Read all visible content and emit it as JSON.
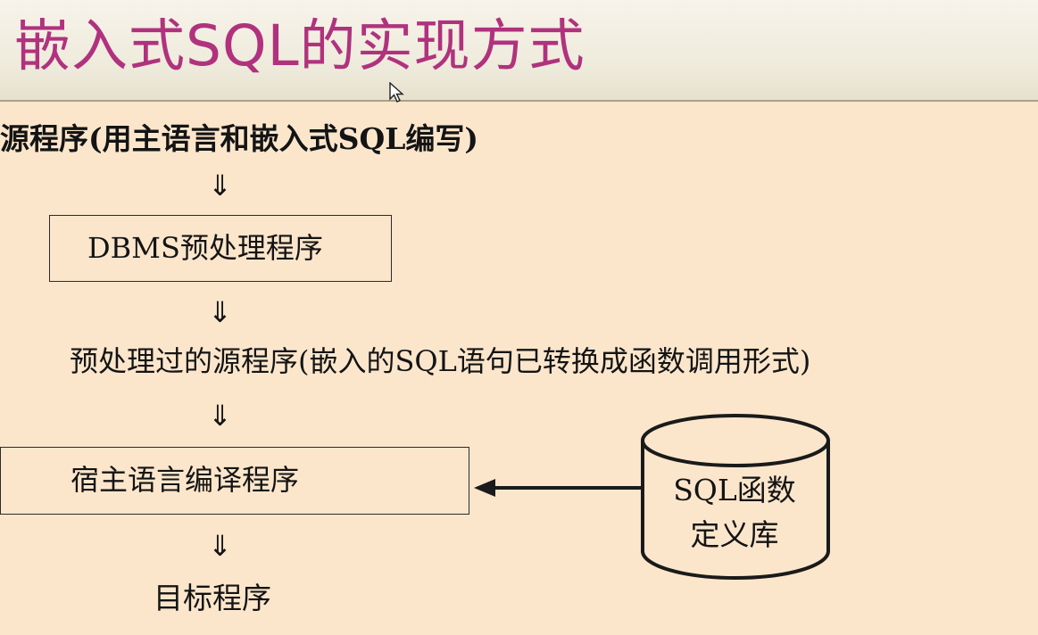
{
  "page_title": "嵌入式SQL的实现方式",
  "icons": {
    "cursor": "mouse-pointer-icon",
    "down_arrow": "⇓"
  },
  "flow": {
    "source_program": "源程序(用主语言和嵌入式SQL编写)",
    "dbms_preprocessor": "DBMS预处理程序",
    "preprocessed_program": "预处理过的源程序(嵌入的SQL语句已转换成函数调用形式)",
    "host_compiler": "宿主语言编译程序",
    "target_program": "目标程序"
  },
  "sql_library": {
    "line1": "SQL函数",
    "line2": "定义库"
  }
}
